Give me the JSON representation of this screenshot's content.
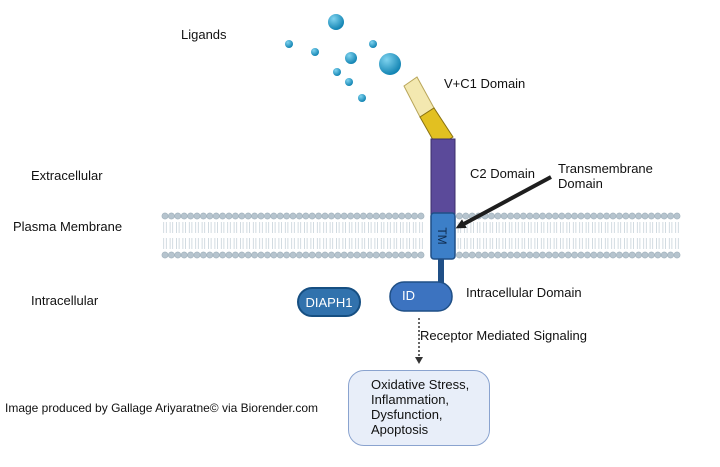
{
  "labels": {
    "ligands": "Ligands",
    "extracellular": "Extracellular",
    "plasma_membrane": "Plasma Membrane",
    "intracellular": "Intracellular",
    "vc1_domain": "V+C1 Domain",
    "c2_domain": "C2 Domain",
    "transmembrane_domain_line1": "Transmembrane",
    "transmembrane_domain_line2": "Domain",
    "tm": "TM",
    "id": "ID",
    "intracellular_domain": "Intracellular Domain",
    "diaph1": "DIAPH1",
    "receptor_signaling": "Receptor Mediated Signaling",
    "outcome": "Oxidative Stress,\nInflammation,\nDysfunction,\nApoptosis",
    "credit": "Image produced by Gallage Ariyaratne© via Biorender.com"
  },
  "colors": {
    "ligand": "#1b97c7",
    "vc1_light": "#f3e8b0",
    "vc1_dark": "#e2c021",
    "c2": "#5b4a9a",
    "tm": "#3c7fc8",
    "id": "#3c73c0",
    "diaph1": "#3172ad",
    "membrane_head": "#b6c4ce",
    "arrow": "#1e1e1e"
  }
}
